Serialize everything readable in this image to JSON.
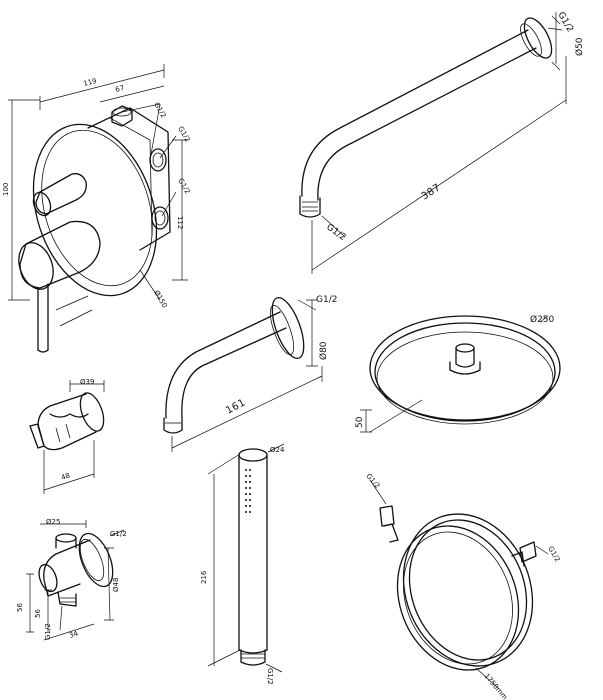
{
  "mixer": {
    "dim_width": "119",
    "dim_depth": "67",
    "dim_height_left": "100",
    "dim_height_right": "112",
    "thread_top": "G1/2",
    "thread_side_1": "G1/2",
    "thread_side_2": "G1/2",
    "diameter": "Ø150"
  },
  "shower_arm": {
    "length": "387",
    "thread_wall": "G1/2",
    "thread_head": "G1/2",
    "flange_diameter": "Ø50"
  },
  "spout": {
    "length": "161",
    "thread": "G1/2",
    "flange_diameter": "Ø80"
  },
  "rain_head": {
    "diameter": "Ø250",
    "height": "50"
  },
  "holder": {
    "diameter": "Ø39",
    "depth": "48"
  },
  "outlet": {
    "diameter": "Ø25",
    "height_1": "56",
    "height_2": "56",
    "depth": "34",
    "side_dim": "Ø48",
    "thread_out": "G1/2",
    "thread_in": "G1/2"
  },
  "hand_shower": {
    "diameter": "Ø24",
    "length": "216",
    "thread": "G1/2"
  },
  "hose": {
    "thread_1": "G1/2",
    "thread_2": "G1/2",
    "length": "1750mm"
  }
}
